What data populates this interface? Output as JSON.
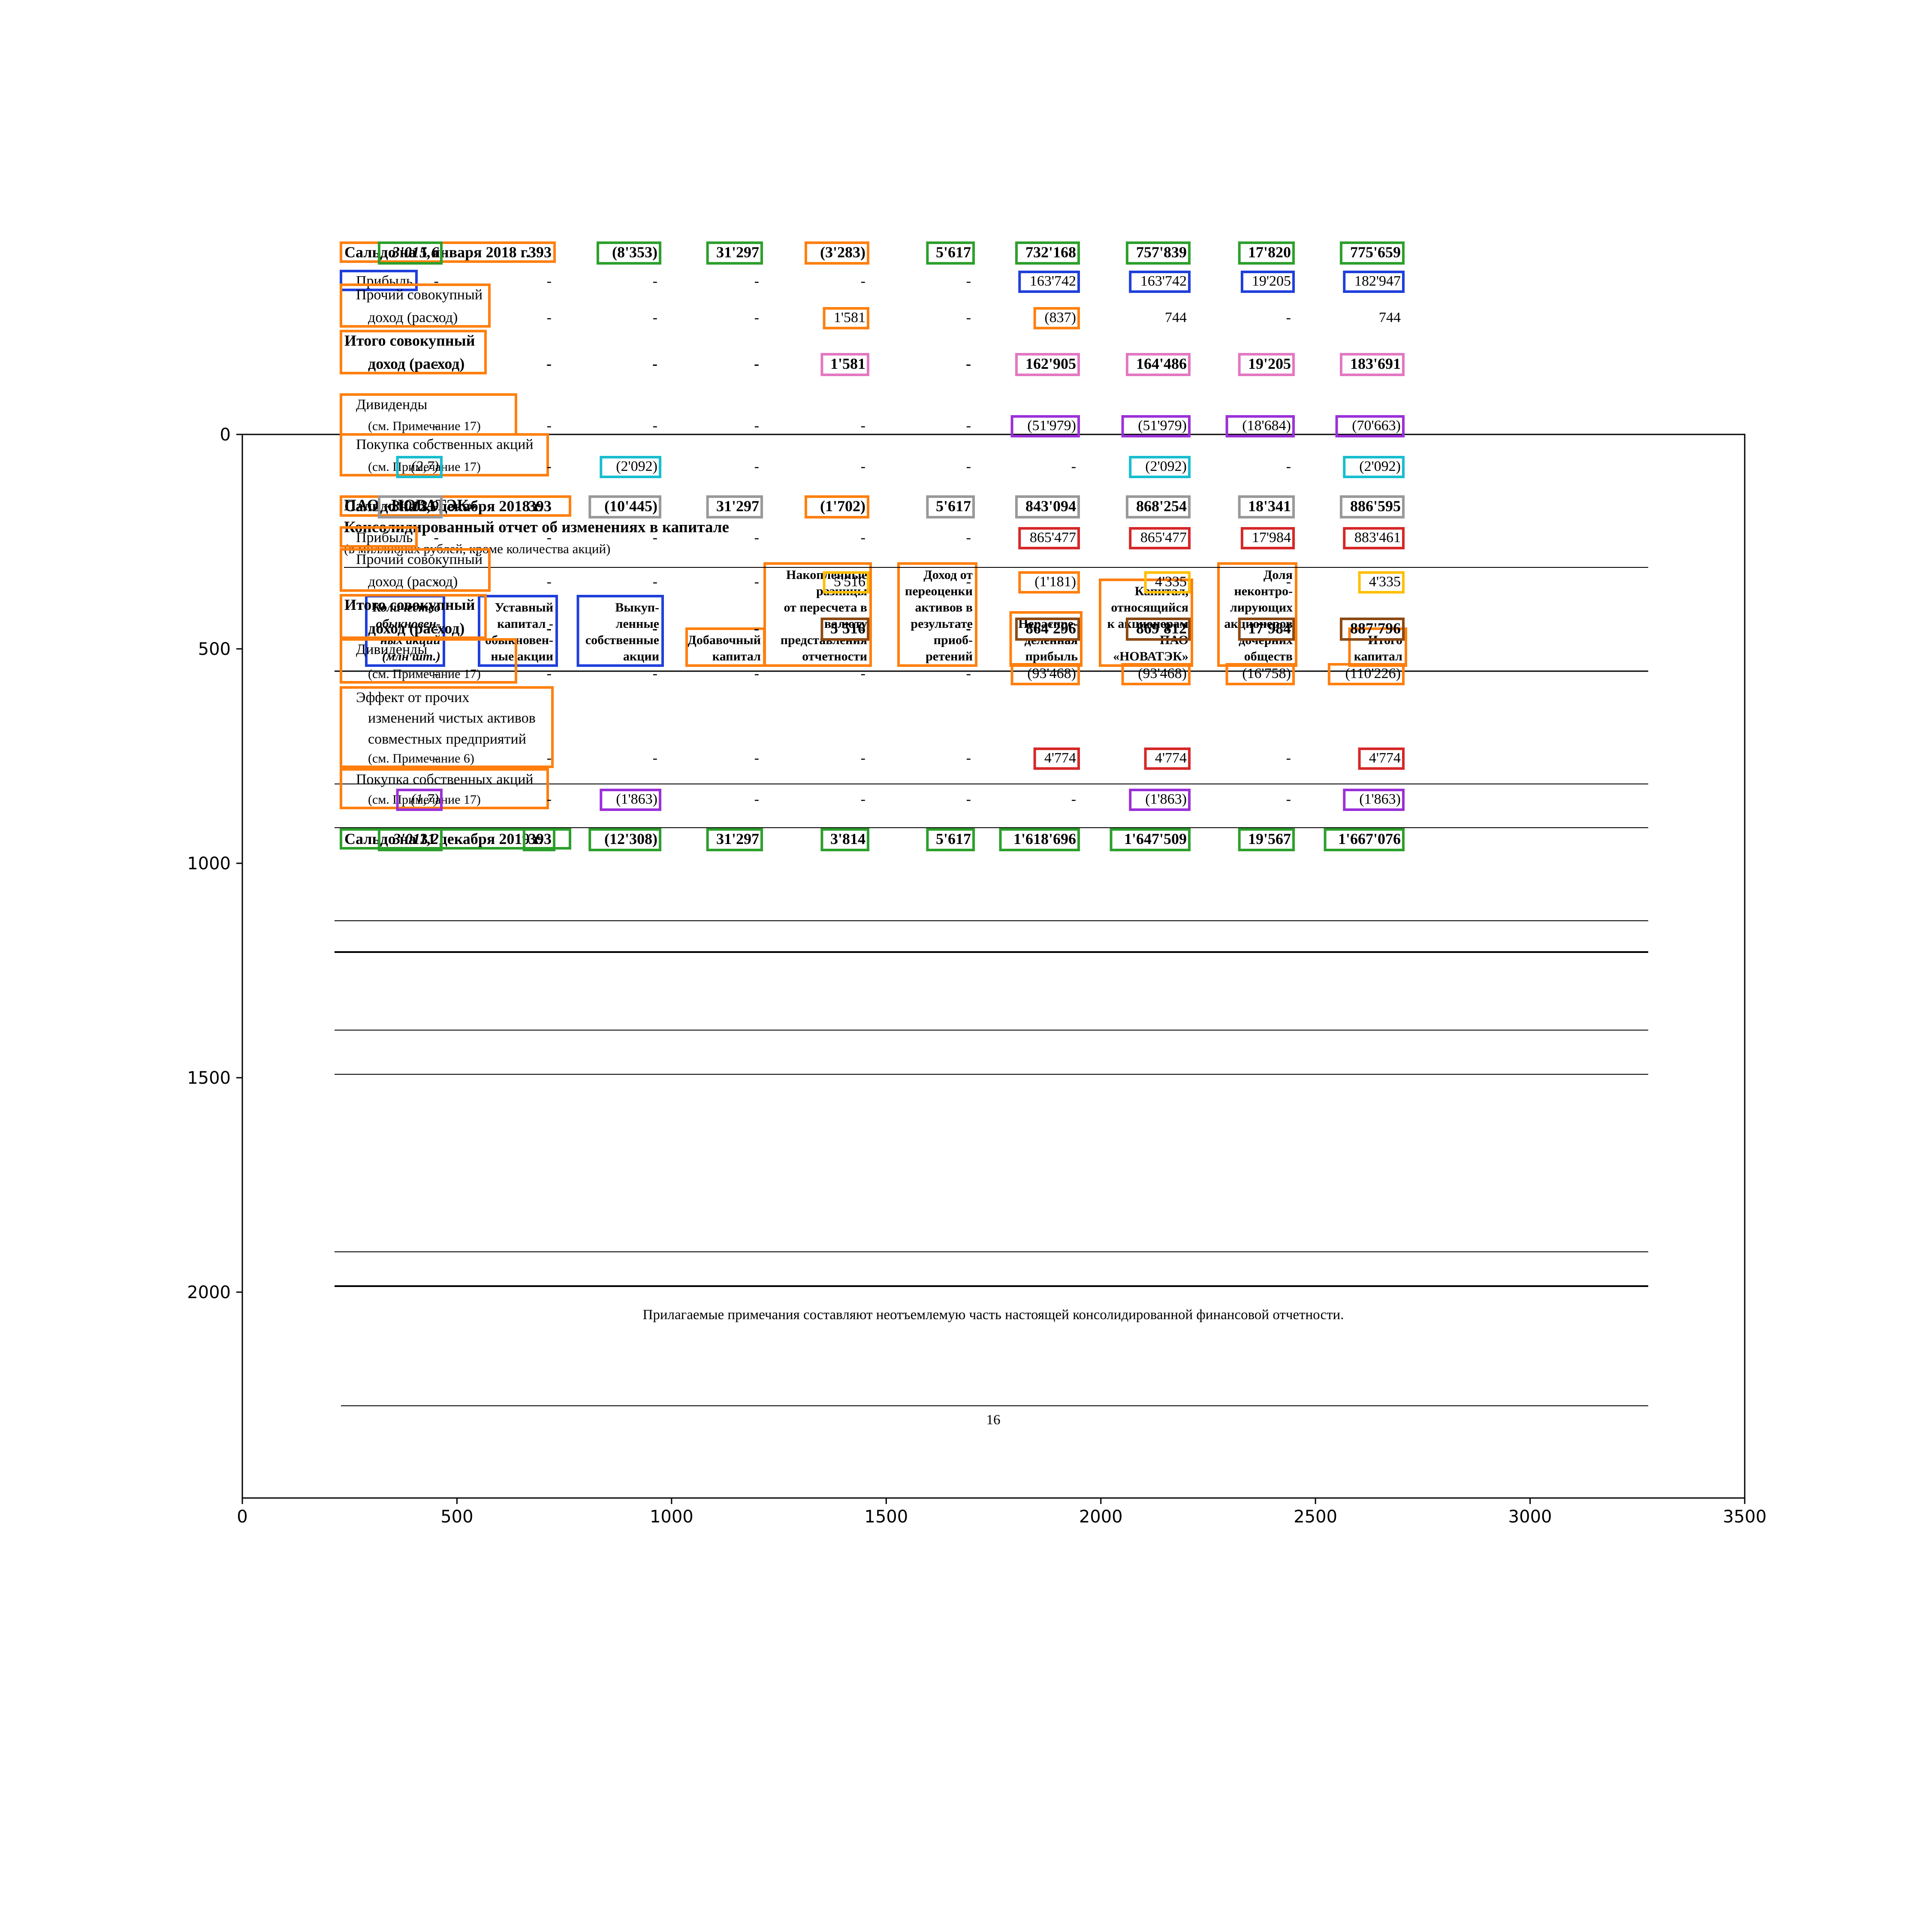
{
  "doc": {
    "company": "ПАО «НОВАТЭК»",
    "title": "Консолидированный отчет об изменениях в капитале",
    "subtitle": "(в миллионах рублей, кроме количества акций)",
    "footnote": "Прилагаемые примечания составляют неотъемлемую часть настоящей консолидированной финансовой отчетности.",
    "page_number": "16"
  },
  "columns": [
    {
      "lines": [
        "Количество",
        "обыкновен-",
        "ных акций",
        "(млн шт.)"
      ],
      "italic": true,
      "box": "#1f3fdb"
    },
    {
      "lines": [
        "Уставный",
        "капитал -",
        "обыкновен-",
        "ные акции"
      ],
      "box": "#1f3fdb"
    },
    {
      "lines": [
        "Выкуп-",
        "ленные",
        "собственные",
        "акции"
      ],
      "box": "#1f3fdb"
    },
    {
      "lines": [
        "Добавочный",
        "капитал"
      ],
      "box": "#ff7f0e"
    },
    {
      "lines": [
        "Накопленные",
        "разницы",
        "от пересчета в",
        "валюту",
        "представления",
        "отчетности"
      ],
      "box": "#ff7f0e"
    },
    {
      "lines": [
        "Доход от",
        "переоценки",
        "активов в",
        "результате",
        "приоб-",
        "ретений"
      ],
      "box": "#ff7f0e"
    },
    {
      "lines": [
        "Нераспре-",
        "деленная",
        "прибыль"
      ],
      "box": "#ff7f0e"
    },
    {
      "lines": [
        "Капитал,",
        "относящийся",
        "к акционерам",
        "ПАО",
        "«НОВАТЭК»"
      ],
      "box": "#ff7f0e"
    },
    {
      "lines": [
        "Доля",
        "неконтро-",
        "лирующих",
        "акционеров",
        "дочерних",
        "обществ"
      ],
      "box": "#ff7f0e"
    },
    {
      "lines": [
        "Итого",
        "капитал"
      ],
      "box": "#ff7f0e"
    }
  ],
  "rows": [
    {
      "label": [
        "Сальдо на 1 января 2018 г."
      ],
      "bold": true,
      "label_box": "#ff7f0e",
      "values": [
        "3'015,6",
        "393",
        "(8'353)",
        "31'297",
        "(3'283)",
        "5'617",
        "732'168",
        "757'839",
        "17'820",
        "775'659"
      ],
      "boxes": [
        "#2ca02c",
        null,
        "#2ca02c",
        "#2ca02c",
        "#ff7f0e",
        "#2ca02c",
        "#2ca02c",
        "#2ca02c",
        "#2ca02c",
        "#2ca02c"
      ]
    },
    {
      "label": [
        "Прибыль"
      ],
      "label_box": "#1f3fdb",
      "values": [
        "-",
        "-",
        "-",
        "-",
        "-",
        "-",
        "163'742",
        "163'742",
        "19'205",
        "182'947"
      ],
      "boxes": [
        null,
        null,
        null,
        null,
        null,
        null,
        "#1f3fdb",
        "#1f3fdb",
        "#1f3fdb",
        "#1f3fdb"
      ]
    },
    {
      "label": [
        "Прочий совокупный",
        "доход (расход)"
      ],
      "label_box": "#ff7f0e",
      "values": [
        "-",
        "-",
        "-",
        "-",
        "1'581",
        "-",
        "(837)",
        "744",
        "-",
        "744"
      ],
      "boxes": [
        null,
        null,
        null,
        null,
        "#ff7f0e",
        null,
        "#ff7f0e",
        null,
        null,
        null
      ]
    },
    {
      "label": [
        "Итого совокупный",
        "доход (расход)"
      ],
      "bold": true,
      "label_box": "#ff7f0e",
      "values": [
        "-",
        "-",
        "-",
        "-",
        "1'581",
        "-",
        "162'905",
        "164'486",
        "19'205",
        "183'691"
      ],
      "boxes": [
        null,
        null,
        null,
        null,
        "#e377c2",
        null,
        "#e377c2",
        "#e377c2",
        "#e377c2",
        "#e377c2"
      ]
    },
    {
      "label": [
        "Дивиденды",
        "(см. Примечание 17)"
      ],
      "label_box": "#ff7f0e",
      "values": [
        "-",
        "-",
        "-",
        "-",
        "-",
        "-",
        "(51'979)",
        "(51'979)",
        "(18'684)",
        "(70'663)"
      ],
      "boxes": [
        null,
        null,
        null,
        null,
        null,
        null,
        "#9b30d9",
        "#9b30d9",
        "#9b30d9",
        "#9b30d9"
      ]
    },
    {
      "label": [
        "Покупка собственных акций",
        "(см. Примечание 17)"
      ],
      "label_box": "#ff7f0e",
      "values": [
        "(2,7)",
        "-",
        "(2'092)",
        "-",
        "-",
        "-",
        "-",
        "(2'092)",
        "-",
        "(2'092)"
      ],
      "boxes": [
        "#17becf",
        null,
        "#17becf",
        null,
        null,
        null,
        null,
        "#17becf",
        null,
        "#17becf"
      ]
    },
    {
      "label": [
        "Сальдо на 31 декабря 2018 г."
      ],
      "bold": true,
      "label_box": "#ff7f0e",
      "values": [
        "3'012,9",
        "393",
        "(10'445)",
        "31'297",
        "(1'702)",
        "5'617",
        "843'094",
        "868'254",
        "18'341",
        "886'595"
      ],
      "boxes": [
        "#999999",
        null,
        "#999999",
        "#999999",
        "#ff7f0e",
        "#999999",
        "#999999",
        "#999999",
        "#999999",
        "#999999"
      ]
    },
    {
      "label": [
        "Прибыль"
      ],
      "label_box": "#ff7f0e",
      "values": [
        "-",
        "-",
        "-",
        "-",
        "-",
        "-",
        "865'477",
        "865'477",
        "17'984",
        "883'461"
      ],
      "boxes": [
        null,
        null,
        null,
        null,
        null,
        null,
        "#d62728",
        "#d62728",
        "#d62728",
        "#d62728"
      ]
    },
    {
      "label": [
        "Прочий совокупный",
        "доход (расход)"
      ],
      "label_box": "#ff7f0e",
      "values": [
        "-",
        "-",
        "-",
        "-",
        "5'516",
        "-",
        "(1'181)",
        "4'335",
        "-",
        "4'335"
      ],
      "boxes": [
        null,
        null,
        null,
        null,
        "#ffbf00",
        null,
        "#ff7f0e",
        "#ffbf00",
        null,
        "#ffbf00"
      ]
    },
    {
      "label": [
        "Итого совокупный",
        "доход (расход)"
      ],
      "bold": true,
      "label_box": "#ff7f0e",
      "values": [
        "-",
        "-",
        "-",
        "-",
        "5'516",
        "-",
        "864'296",
        "869'812",
        "17'984",
        "887'796"
      ],
      "boxes": [
        null,
        null,
        null,
        null,
        "#8c4a14",
        null,
        "#8c4a14",
        "#8c4a14",
        "#8c4a14",
        "#8c4a14"
      ]
    },
    {
      "label": [
        "Дивиденды",
        "(см. Примечание 17)"
      ],
      "label_box": "#ff7f0e",
      "values": [
        "-",
        "-",
        "-",
        "-",
        "-",
        "-",
        "(93'468)",
        "(93'468)",
        "(16'758)",
        "(110'226)"
      ],
      "boxes": [
        null,
        null,
        null,
        null,
        null,
        null,
        "#ff7f0e",
        "#ff7f0e",
        "#ff7f0e",
        "#ff7f0e"
      ]
    },
    {
      "label": [
        "Эффект от прочих",
        "изменений чистых активов",
        "совместных предприятий",
        "(см. Примечание 6)"
      ],
      "label_box": "#ff7f0e",
      "values": [
        "-",
        "-",
        "-",
        "-",
        "-",
        "-",
        "4'774",
        "4'774",
        "-",
        "4'774"
      ],
      "boxes": [
        null,
        null,
        null,
        null,
        null,
        null,
        "#d62728",
        "#d62728",
        null,
        "#d62728"
      ]
    },
    {
      "label": [
        "Покупка собственных акций",
        "(см. Примечание 17)"
      ],
      "label_box": "#ff7f0e",
      "values": [
        "(1,7)",
        "-",
        "(1'863)",
        "-",
        "-",
        "-",
        "-",
        "(1'863)",
        "-",
        "(1'863)"
      ],
      "boxes": [
        "#9b30d9",
        null,
        "#9b30d9",
        null,
        null,
        null,
        null,
        "#9b30d9",
        null,
        "#9b30d9"
      ]
    },
    {
      "label": [
        "Сальдо на 31 декабря 2019 г."
      ],
      "bold": true,
      "label_box": "#2ca02c",
      "values": [
        "3'011,2",
        "393",
        "(12'308)",
        "31'297",
        "3'814",
        "5'617",
        "1'618'696",
        "1'647'509",
        "19'567",
        "1'667'076"
      ],
      "boxes": [
        "#2ca02c",
        "#2ca02c",
        "#2ca02c",
        "#2ca02c",
        "#2ca02c",
        "#2ca02c",
        "#2ca02c",
        "#2ca02c",
        "#2ca02c",
        "#2ca02c"
      ]
    }
  ],
  "axes": {
    "x_ticks": [
      "0",
      "500",
      "1000",
      "1500",
      "2000",
      "2500",
      "3000",
      "3500"
    ],
    "y_ticks": [
      "0",
      "500",
      "1000",
      "1500",
      "2000"
    ]
  }
}
